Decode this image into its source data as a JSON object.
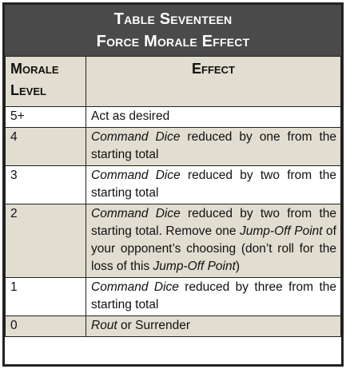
{
  "title": {
    "line1": "Table Seventeen",
    "line2": "Force Morale Effect"
  },
  "header": {
    "col1": "Morale Level",
    "col2": "Effect"
  },
  "rows": [
    {
      "level": "5+",
      "effect": [
        {
          "t": "Act as desired",
          "i": false
        }
      ]
    },
    {
      "level": "4",
      "effect": [
        {
          "t": "Command Dice",
          "i": true
        },
        {
          "t": " reduced by one from the starting total",
          "i": false
        }
      ]
    },
    {
      "level": "3",
      "effect": [
        {
          "t": "Command Dice",
          "i": true
        },
        {
          "t": " reduced by two from the starting total",
          "i": false
        }
      ]
    },
    {
      "level": "2",
      "effect": [
        {
          "t": "Command Dice",
          "i": true
        },
        {
          "t": " reduced by two from the starting total.  Remove one ",
          "i": false
        },
        {
          "t": "Jump-Off Point",
          "i": true
        },
        {
          "t": " of your opponent’s choosing (don’t roll for the loss of this ",
          "i": false
        },
        {
          "t": "Jump-Off Point",
          "i": true
        },
        {
          "t": ")",
          "i": false
        }
      ]
    },
    {
      "level": "1",
      "effect": [
        {
          "t": "Command Dice",
          "i": true
        },
        {
          "t": " reduced by three from the starting total",
          "i": false
        }
      ]
    },
    {
      "level": "0",
      "effect": [
        {
          "t": "Rout",
          "i": true
        },
        {
          "t": " or Surrender",
          "i": false
        }
      ]
    }
  ]
}
